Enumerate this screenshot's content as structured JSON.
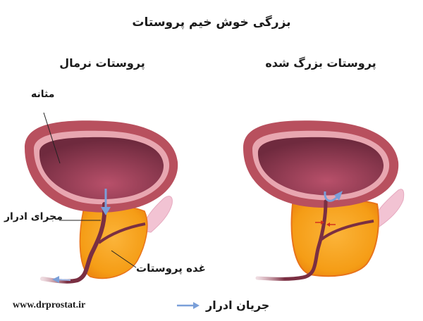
{
  "header": {
    "title": "بزرگی خوش خیم پروستات"
  },
  "panels": {
    "normal": {
      "title": "پروستات نرمال",
      "labels": {
        "bladder": "مثانه",
        "urethra": "مجرای ادرار",
        "prostate_gland": "غده پروستات"
      }
    },
    "enlarged": {
      "title": "پروستات بزرگ شده"
    }
  },
  "legend": {
    "urine_flow_label": "جریان ادرار",
    "arrow_icon": "arrow-right-icon",
    "arrow_color": "#7a9fd9"
  },
  "footer": {
    "website": "www.drprostat.ir"
  },
  "colors": {
    "bladder_outer": "#b8505e",
    "bladder_lining": "#e8a6b0",
    "bladder_inner": "#7e2f45",
    "prostate": "#f7a21b",
    "prostate_edge": "#e8731a",
    "urethra": "#7a2f42",
    "seminal": "#f2c3d3",
    "flow_arrow": "#7a9fd9",
    "compression_arrow": "#d3301e"
  }
}
